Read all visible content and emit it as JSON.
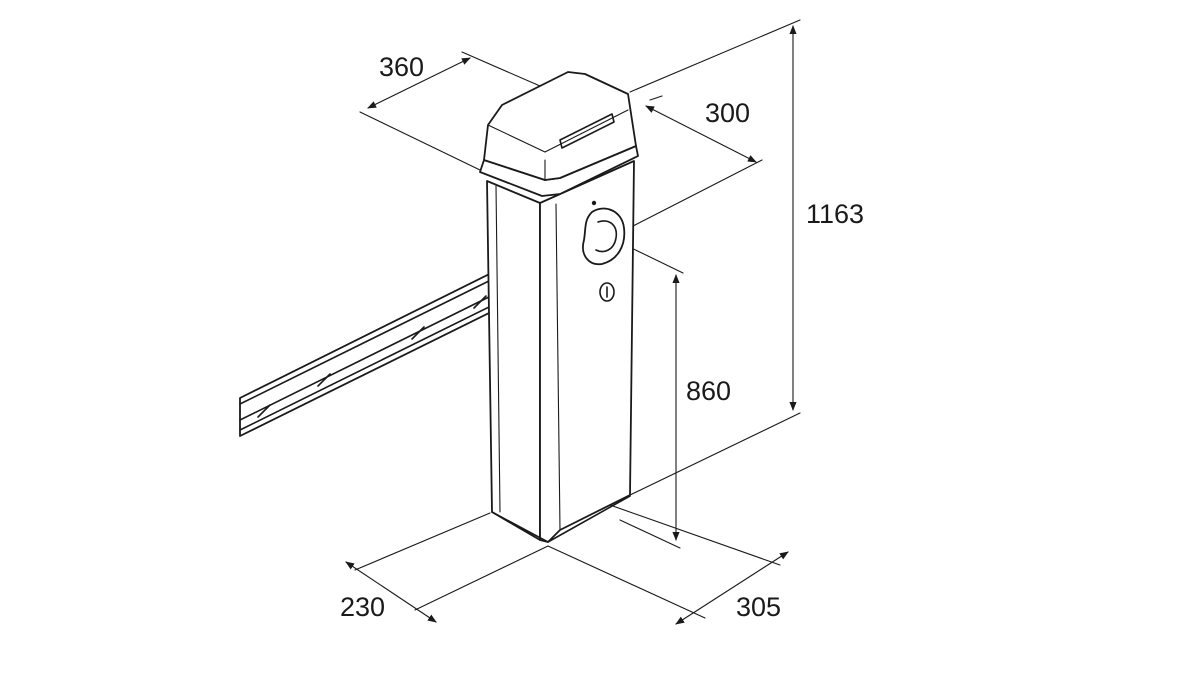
{
  "dimensions": {
    "cabinet_width": "360",
    "cabinet_depth": "300",
    "total_height": "1163",
    "boom_height": "860",
    "base_width": "230",
    "base_depth": "305"
  },
  "colors": {
    "line": "#1a1a1a",
    "background": "#ffffff"
  }
}
